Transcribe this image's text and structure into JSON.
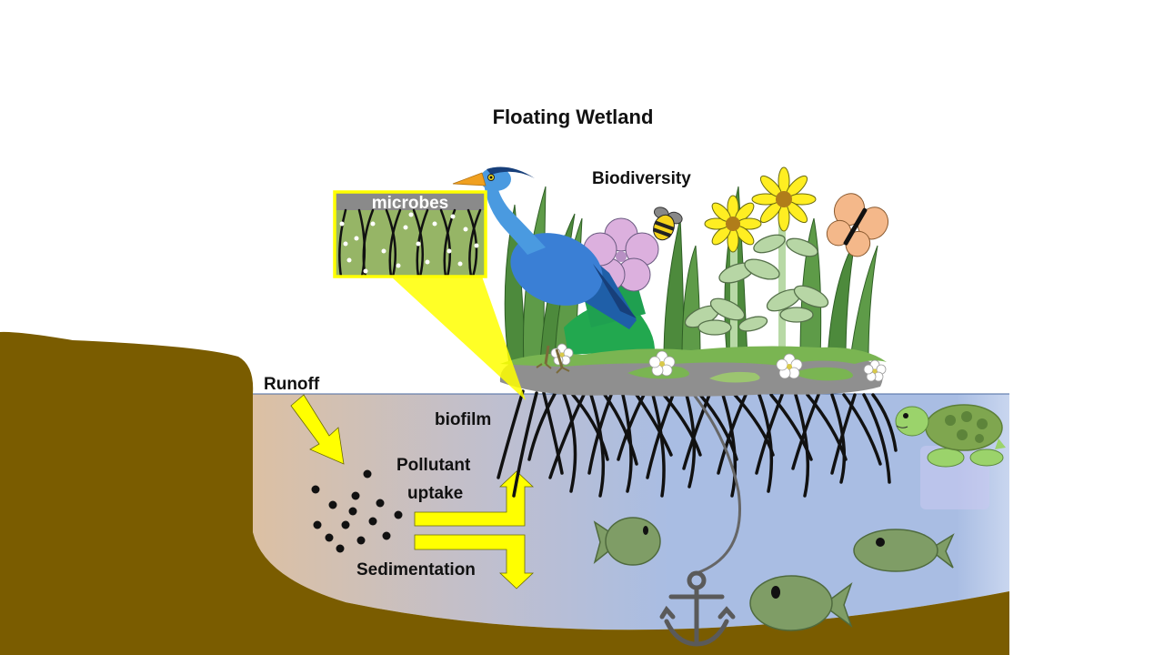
{
  "title": "Floating Wetland",
  "labels": {
    "biodiversity": "Biodiversity",
    "microbes": "microbes",
    "runoff": "Runoff",
    "biofilm": "biofilm",
    "pollutant_uptake_line1": "Pollutant",
    "pollutant_uptake_line2": "uptake",
    "sedimentation": "Sedimentation"
  },
  "colors": {
    "soil": "#7a5c00",
    "water": "#a9bde3",
    "runoff_water": "#dcc0a3",
    "arrow": "#ffff00",
    "heron": "#3a7fd5",
    "mat": "#8f8f8f",
    "vegetation": "#4d8a3c"
  }
}
